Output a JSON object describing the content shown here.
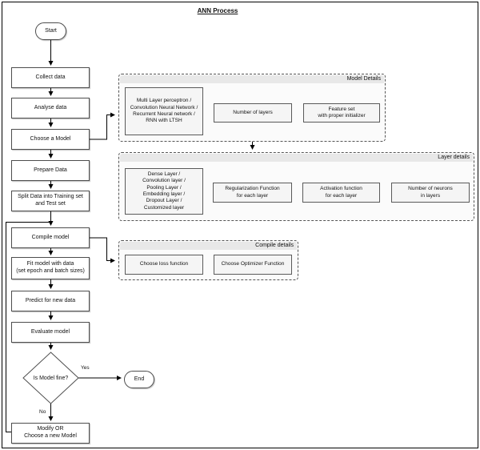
{
  "title": "ANN Process",
  "terminators": {
    "start": "Start",
    "end": "End"
  },
  "steps": {
    "collect": "Collect data",
    "analyse": "Analyse data",
    "choose": "Choose a Model",
    "prepare": "Prepare Data",
    "split": "Split Data into Training set\nand Test set",
    "compile": "Compile model",
    "fit": "Fit model with data\n(set epoch and batch sizes)",
    "predict": "Predict for new data",
    "evaluate": "Evaluate model",
    "modify": "Modify OR\nChoose a new Model"
  },
  "decision": {
    "label": "Is Model fine?",
    "yes_label": "Yes",
    "no_label": "No"
  },
  "containers": {
    "model_details": {
      "label": "Model Details",
      "boxes": {
        "model_types": "Multi Layer perceptron /\nConvolution Neural Network /\nRecurrent Neural network /\nRNN with LTSH",
        "num_layers": "Number of layers",
        "feature_set": "Feature set\nwith proper initializer"
      }
    },
    "layer_details": {
      "label": "Layer details",
      "boxes": {
        "layer_types": "Dense Layer /\nConvolution layer /\nPooling Layer /\nEmbedding layer /\nDropout Layer /\nCustomized layer",
        "regularization": "Regularization Function\nfor each layer",
        "activation": "Activation function\nfor each layer",
        "neurons": "Number of neurons\nin layers"
      }
    },
    "compile_details": {
      "label": "Compile details",
      "boxes": {
        "loss": "Choose loss function",
        "optimizer": "Choose Optimizer Function"
      }
    }
  },
  "colors": {
    "line": "#000000",
    "border": "#4d4d4d",
    "node_fill": "#ffffff",
    "container_fill": "#fbfbfb",
    "container_header": "#e8e8e8",
    "box_fill": "#f5f5f5"
  }
}
